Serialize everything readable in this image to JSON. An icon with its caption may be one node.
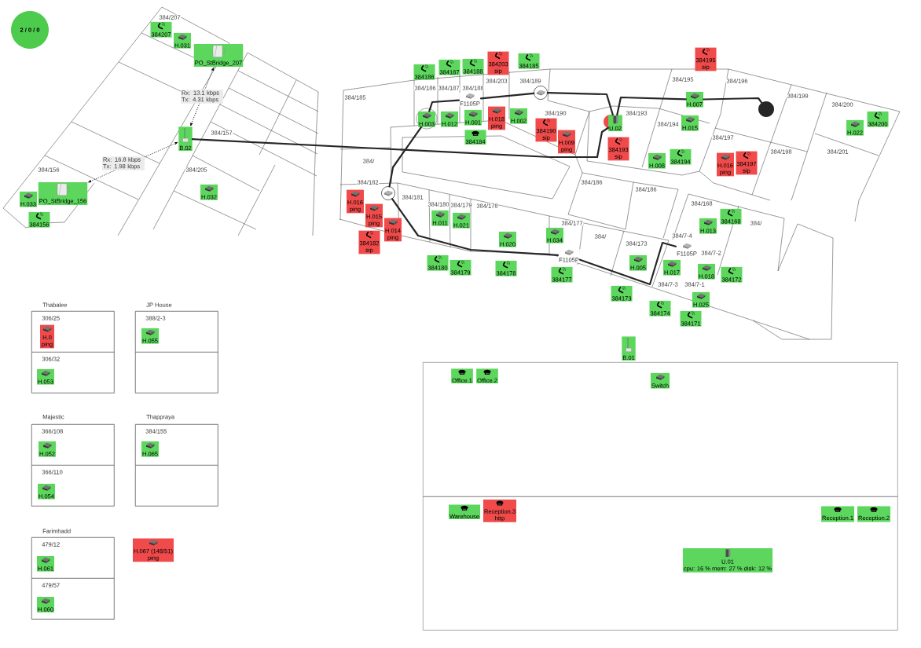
{
  "diagram": {
    "nodes": [
      {
        "text": [
          "2 / 0 / 0"
        ]
      },
      {
        "text": [
          "384207"
        ]
      },
      {
        "text": [
          "H.031"
        ]
      },
      {
        "text": [
          "PO_StBridge_207"
        ]
      },
      {
        "text": [
          "B.02"
        ]
      },
      {
        "text": [
          "PO_StBridge_156"
        ]
      },
      {
        "text": [
          "H.033"
        ]
      },
      {
        "text": [
          "384156"
        ]
      },
      {
        "text": [
          "H.032"
        ]
      },
      {
        "text": [
          "384186"
        ]
      },
      {
        "text": [
          "384187"
        ]
      },
      {
        "text": [
          "384188"
        ]
      },
      {
        "text": [
          "384203",
          "sip"
        ]
      },
      {
        "text": [
          "384185"
        ]
      },
      {
        "text": [
          "F1105P"
        ]
      },
      {
        "text": [],
        "shape": "circle"
      },
      {
        "text": [
          "H.003"
        ]
      },
      {
        "text": [
          "H.012"
        ]
      },
      {
        "text": [
          "H.001"
        ]
      },
      {
        "text": [
          "H.018",
          "ping"
        ]
      },
      {
        "text": [
          "H.002"
        ]
      },
      {
        "text": [
          "384184"
        ]
      },
      {
        "text": [
          "384190",
          "sip"
        ]
      },
      {
        "text": [
          "H.009",
          "ping"
        ]
      },
      {
        "text": [
          "U.02"
        ]
      },
      {
        "text": [
          "384193",
          "sip"
        ]
      },
      {
        "text": [
          "384195",
          "sip"
        ]
      },
      {
        "text": [
          "H.007"
        ]
      },
      {
        "text": [
          "H.015"
        ]
      },
      {
        "text": [
          "H.008"
        ]
      },
      {
        "text": [
          "384194"
        ]
      },
      {
        "text": [
          "H.016",
          "ping"
        ]
      },
      {
        "text": [
          "384197",
          "sip"
        ]
      },
      {
        "text": [],
        "shape": "circle"
      },
      {
        "text": [
          "H.022"
        ]
      },
      {
        "text": [
          "384200"
        ]
      },
      {
        "text": [],
        "shape": "circle"
      },
      {
        "text": [
          "H.016",
          "ping"
        ]
      },
      {
        "text": [
          "H.015",
          "ping"
        ]
      },
      {
        "text": [
          "H.014",
          "ping"
        ]
      },
      {
        "text": [
          "384182",
          "sip"
        ]
      },
      {
        "text": [
          "H.011"
        ]
      },
      {
        "text": [
          "H.021"
        ]
      },
      {
        "text": [
          "H.020"
        ]
      },
      {
        "text": [
          "H.034"
        ]
      },
      {
        "text": [
          "F1105P"
        ]
      },
      {
        "text": [
          "H.005"
        ]
      },
      {
        "text": [
          "F1105P"
        ]
      },
      {
        "text": [
          "H.017"
        ]
      },
      {
        "text": [
          "H.018"
        ]
      },
      {
        "text": [
          "H.013"
        ]
      },
      {
        "text": [
          "384168"
        ]
      },
      {
        "text": [
          "384172"
        ]
      },
      {
        "text": [
          "H.025"
        ]
      },
      {
        "text": [
          "384180"
        ]
      },
      {
        "text": [
          "384179"
        ]
      },
      {
        "text": [
          "384178"
        ]
      },
      {
        "text": [
          "384177"
        ]
      },
      {
        "text": [
          "384173"
        ]
      },
      {
        "text": [
          "384174"
        ]
      },
      {
        "text": [
          "384171"
        ]
      },
      {
        "text": [
          "B.01"
        ]
      },
      {
        "text": [],
        "shape": "box"
      },
      {
        "text": [
          "Office.1"
        ],
        "in": 62
      },
      {
        "text": [
          "Office.2"
        ],
        "in": 62
      },
      {
        "text": [
          "Switch"
        ],
        "in": 62
      },
      {
        "text": [],
        "shape": "box"
      },
      {
        "text": [
          "Warehouse"
        ],
        "in": 66
      },
      {
        "text": [
          "Reception.3",
          "http"
        ],
        "in": 66
      },
      {
        "text": [
          "Reception.1"
        ],
        "in": 66
      },
      {
        "text": [
          "Reception.2"
        ],
        "in": 66
      },
      {
        "text": [
          "U.01",
          "cpu: 16 % mem: 27 % disk: 12 %"
        ],
        "in": 66
      },
      {
        "text": [
          "Thabalee"
        ]
      },
      {
        "text": [
          "306/25"
        ],
        "in": 72
      },
      {
        "text": [
          "H.0",
          "ping"
        ],
        "in": 73
      },
      {
        "text": [
          "306/32"
        ],
        "in": 72
      },
      {
        "text": [
          "H.053"
        ],
        "in": 75
      },
      {
        "text": [
          "JP House"
        ]
      },
      {
        "text": [
          "388/2-3"
        ],
        "in": 77
      },
      {
        "text": [
          "H.055"
        ],
        "in": 78
      },
      {
        "text": [],
        "shape": "box",
        "in": 77
      },
      {
        "text": [
          "Majestic"
        ]
      },
      {
        "text": [
          "366/108"
        ],
        "in": 81
      },
      {
        "text": [
          "H.052"
        ],
        "in": 82
      },
      {
        "text": [
          "366/110"
        ],
        "in": 81
      },
      {
        "text": [
          "H.054"
        ],
        "in": 84
      },
      {
        "text": [
          "Thappraya"
        ]
      },
      {
        "text": [
          "384/155"
        ],
        "in": 86
      },
      {
        "text": [
          "H.065"
        ],
        "in": 87
      },
      {
        "text": [],
        "shape": "box",
        "in": 86
      },
      {
        "text": [
          "Farimhadd"
        ]
      },
      {
        "text": [
          "479/12"
        ],
        "in": 90
      },
      {
        "text": [
          "H.061"
        ],
        "in": 91
      },
      {
        "text": [
          "479/57"
        ],
        "in": 90
      },
      {
        "text": [
          "H.060"
        ],
        "in": 93
      },
      {
        "text": [
          "H.067 (148/51)",
          "ping"
        ]
      }
    ],
    "edges": [
      {
        "from": 3,
        "to": 4,
        "arrow": "both",
        "style": "dashed",
        "label": "Rx: 13.1 kbps Tx: 4.31 kbps"
      },
      {
        "from": 5,
        "to": 4,
        "arrow": "both",
        "style": "dashed",
        "label": "Rx: 16.8 kbps Tx: 1.98 kbps"
      },
      {
        "from": 4,
        "to": 24,
        "arrow": "none"
      },
      {
        "from": 14,
        "to": 15,
        "arrow": "none"
      },
      {
        "from": 14,
        "to": 16,
        "arrow": "none"
      },
      {
        "from": 16,
        "to": 36,
        "arrow": "none"
      },
      {
        "from": 36,
        "to": 45,
        "arrow": "none"
      },
      {
        "from": 45,
        "to": 47,
        "arrow": "none"
      },
      {
        "from": 15,
        "to": 24,
        "arrow": "none"
      },
      {
        "from": 24,
        "to": 27,
        "arrow": "none"
      },
      {
        "from": 27,
        "to": 33,
        "arrow": "none"
      }
    ],
    "labels": [
      "384/207",
      "384/203",
      "384/189",
      "384/195",
      "384/196",
      "384/186",
      "384/187",
      "384/188",
      "384/185",
      "384/199",
      "384/200",
      "384/190",
      "384/193",
      "384/194",
      "384/157",
      "384/197",
      "384/198",
      "384/201",
      "384/",
      "384/156",
      "384/205",
      "384/182",
      "384/186",
      "384/186",
      "384/181",
      "384/180",
      "384/179",
      "384/178",
      "384/168",
      "384/177",
      "384/",
      "384/",
      "384/7-4",
      "384/173",
      "384/7-2",
      "384/7-3",
      "384/7-1"
    ]
  }
}
